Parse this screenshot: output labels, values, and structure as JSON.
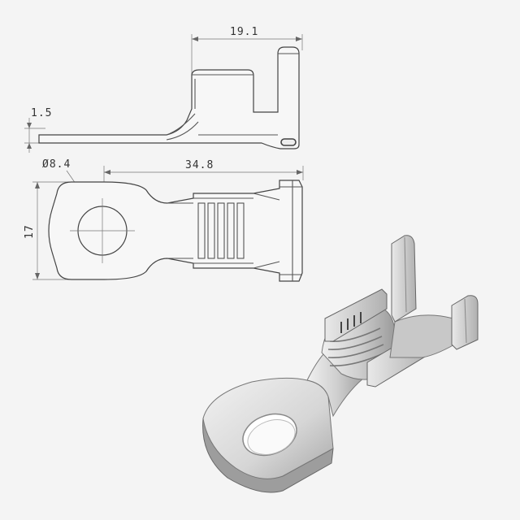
{
  "dimensions": {
    "overall_side_length": "19.1",
    "thickness": "1.5",
    "hole_diameter": "Ø8.4",
    "overall_length": "34.8",
    "width": "17"
  },
  "colors": {
    "background": "#f4f4f4",
    "line": "#555555",
    "metal_light": "#e6e6e6",
    "metal_mid": "#bdbdbd",
    "metal_dark": "#8d8d8d"
  }
}
